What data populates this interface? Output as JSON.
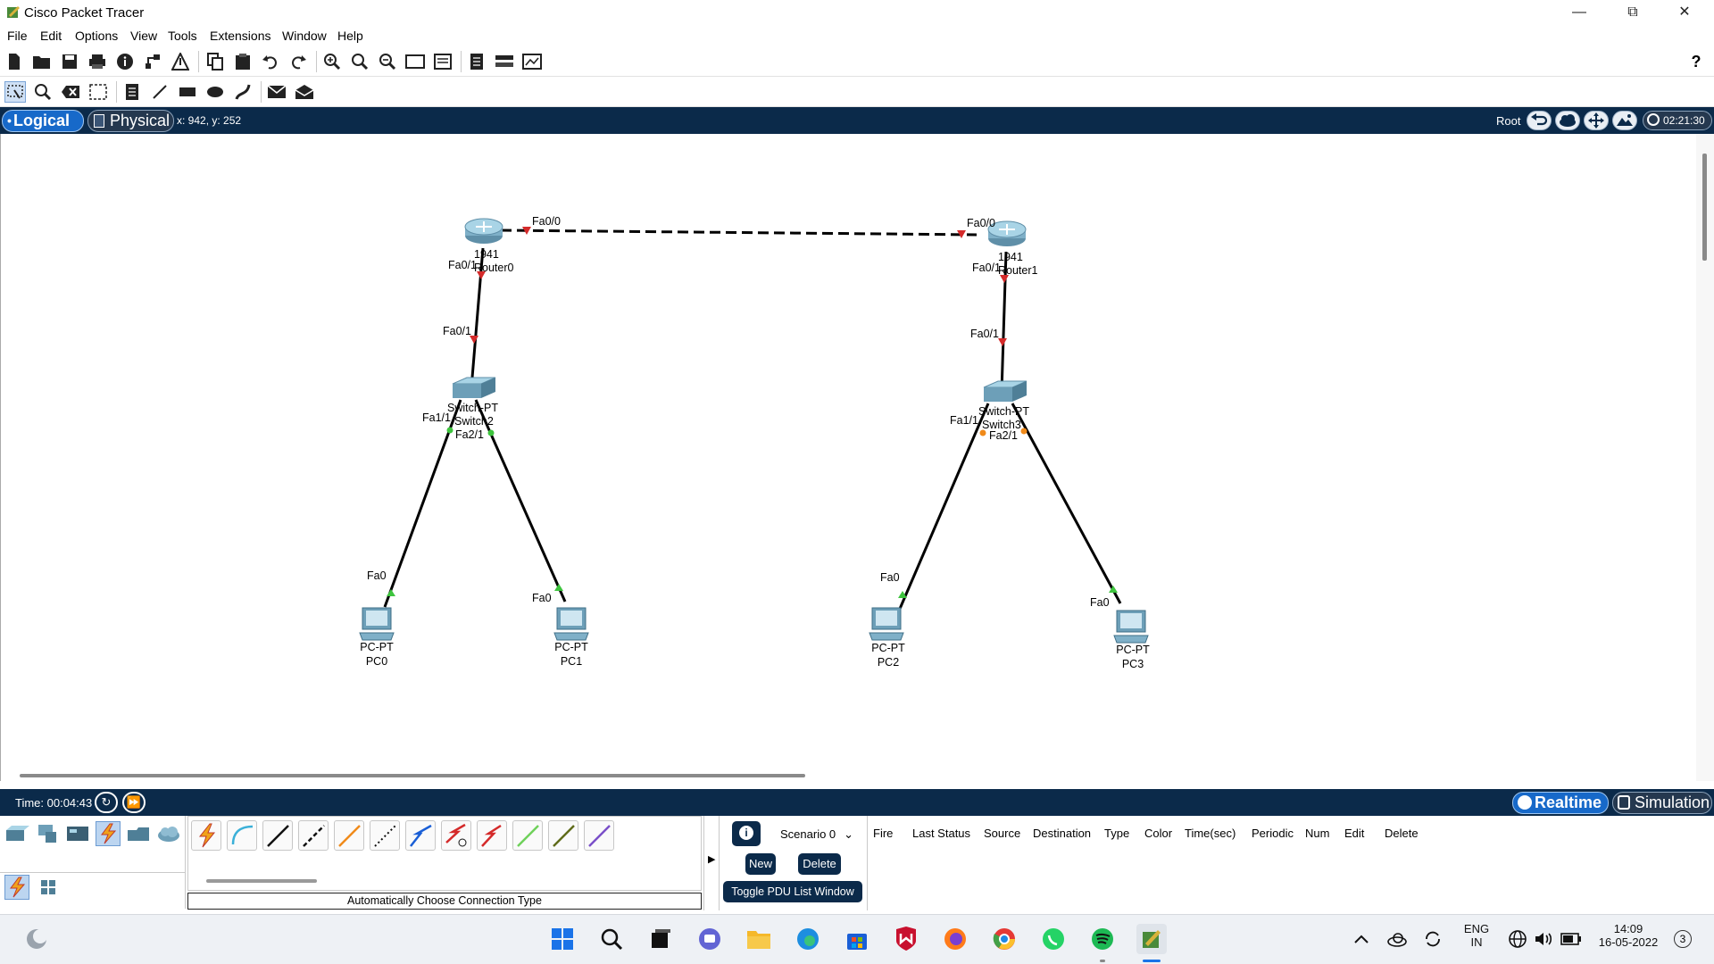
{
  "window": {
    "title": "Cisco Packet Tracer"
  },
  "menu": [
    "File",
    "Edit",
    "Options",
    "View",
    "Tools",
    "Extensions",
    "Window",
    "Help"
  ],
  "workspace": {
    "logical_tab": "Logical",
    "physical_tab": "Physical",
    "cursor_coords": "x: 942, y: 252",
    "root_label": "Root",
    "clock": "02:21:30"
  },
  "topology": {
    "routers": [
      {
        "model": "1941",
        "name": "Router0",
        "fa00": "Fa0/0",
        "fa01": "Fa0/1"
      },
      {
        "model": "1941",
        "name": "Router1",
        "fa00": "Fa0/0",
        "fa01": "Fa0/1"
      }
    ],
    "switches": [
      {
        "model": "Switch-PT",
        "name": "Switch2",
        "uplink": "Fa0/1",
        "p1": "Fa1/1",
        "p2": "Fa2/1"
      },
      {
        "model": "Switch-PT",
        "name": "Switch3",
        "uplink": "Fa0/1",
        "p1": "Fa1/1",
        "p2": "Fa2/1"
      }
    ],
    "pcs": [
      {
        "model": "PC-PT",
        "name": "PC0",
        "port": "Fa0"
      },
      {
        "model": "PC-PT",
        "name": "PC1",
        "port": "Fa0"
      },
      {
        "model": "PC-PT",
        "name": "PC2",
        "port": "Fa0"
      },
      {
        "model": "PC-PT",
        "name": "PC3",
        "port": "Fa0"
      }
    ]
  },
  "timebar": {
    "time": "Time: 00:04:43",
    "realtime": "Realtime",
    "simulation": "Simulation"
  },
  "bottom": {
    "connection_status": "Automatically Choose Connection Type",
    "scenario": "Scenario 0",
    "new_btn": "New",
    "delete_btn": "Delete",
    "toggle_btn": "Toggle PDU List Window",
    "pdu_columns": [
      "Fire",
      "Last Status",
      "Source",
      "Destination",
      "Type",
      "Color",
      "Time(sec)",
      "Periodic",
      "Num",
      "Edit",
      "Delete"
    ]
  },
  "taskbar": {
    "lang1": "ENG",
    "lang2": "IN",
    "time": "14:09",
    "date": "16-05-2022",
    "notif_count": "3"
  }
}
